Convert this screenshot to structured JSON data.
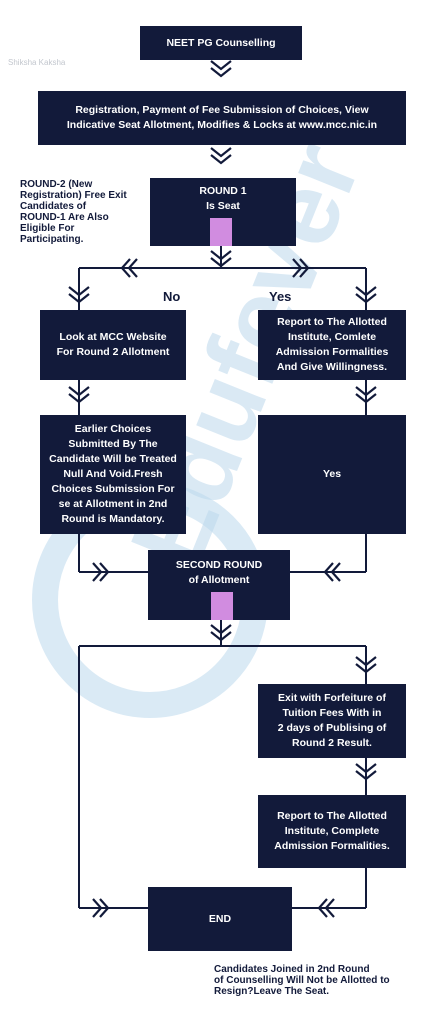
{
  "watermark_text": "Shiksha Kaksha",
  "watermark_logo": "Edufever",
  "colors": {
    "box": "#121a3a",
    "marker": "#d18ce0",
    "watermark": "#bcd8ec"
  },
  "boxes": {
    "neet": "NEET PG Counselling",
    "registration": "Registration, Payment of Fee Submission of Choices, View Indicative Seat Allotment, Modifies & Locks at www.mcc.nic.in",
    "round1": "ROUND 1\nIs Seat",
    "look_mcc": "Look at MCC Website\nFor Round 2 Allotment",
    "report_allotted": "Report to The Allotted\nInstitute, Comlete\nAdmission Formalities\nAnd Give Willingness.",
    "earlier_choices": "Earlier Choices\nSubmitted By The\nCandidate Will be Treated\nNull And Void.Fresh\nChoices Submission For\nse at Allotment in 2nd\nRound is Mandatory.",
    "yes_box": "Yes",
    "second_round": "SECOND ROUND\nof Allotment",
    "exit_forfeiture": "Exit with Forfeiture of\nTuition Fees With in\n2 days of Publising of\nRound 2 Result.",
    "report_complete": "Report to The Allotted\nInstitute, Complete\nAdmission Formalities.",
    "end": "END"
  },
  "labels": {
    "no": "No",
    "yes": "Yes"
  },
  "notes": {
    "round2_note": "ROUND-2 (New\nRegistration) Free Exit\nCandidates of\nROUND-1 Are Also\nEligible For\nParticipating.",
    "bottom_note": "Candidates Joined in 2nd Round\nof Counselling Will Not be Allotted to\nResign?Leave The Seat."
  }
}
